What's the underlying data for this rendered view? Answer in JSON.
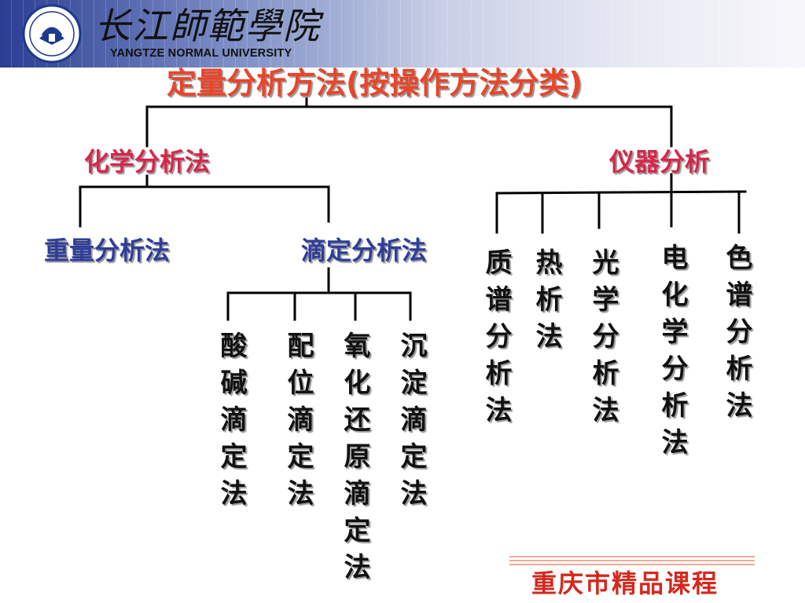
{
  "header": {
    "university_cn": "长江師範學院",
    "university_en": "YANGTZE NORMAL UNIVERSITY"
  },
  "title": "定量分析方法(按操作方法分类)",
  "branches": {
    "chemical": {
      "label": "化学分析法",
      "children": {
        "gravimetric": "重量分析法",
        "titration": {
          "label": "滴定分析法",
          "methods": [
            "酸碱滴定法",
            "配位滴定法",
            "氧化还原滴定法",
            "沉淀滴定法"
          ]
        }
      }
    },
    "instrumental": {
      "label": "仪器分析",
      "methods": [
        "质谱分析法",
        "热析法",
        "光学分析法",
        "电化学分析法",
        "色谱分析法"
      ]
    }
  },
  "footer": "重庆市精品课程",
  "colors": {
    "title": "#e8452a",
    "branch": "#d8264a",
    "subbranch": "#2e3d9a",
    "footer": "#d4281e",
    "header_dark": "#2a3d93"
  }
}
